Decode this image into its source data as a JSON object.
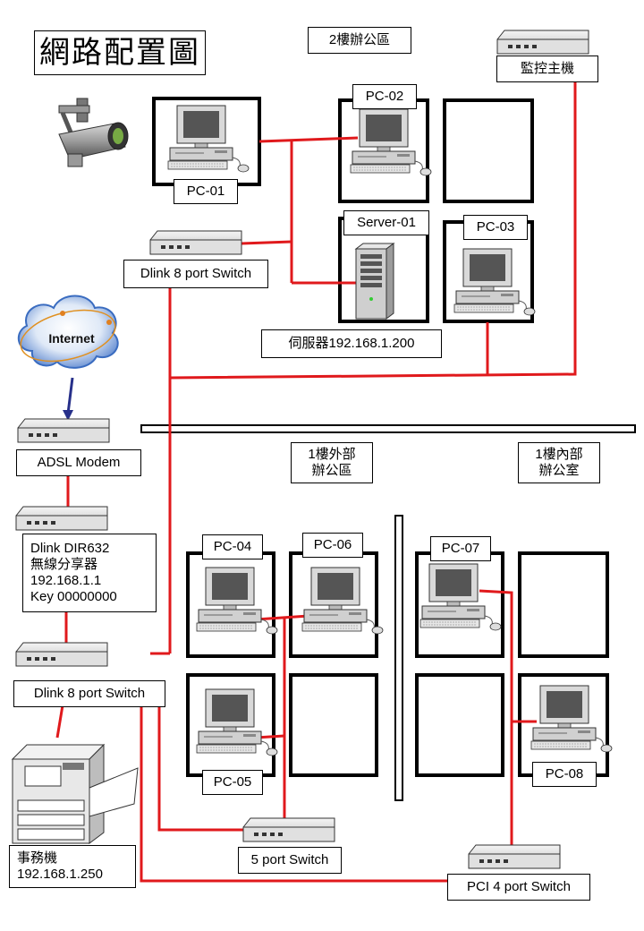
{
  "title": "網路配置圖",
  "floor2": {
    "area_label": "2樓辦公區"
  },
  "floor1": {
    "outer_label": [
      "1樓外部",
      "辦公區"
    ],
    "inner_label": [
      "1樓內部",
      "辦公室"
    ]
  },
  "devices": {
    "monitor_host": "監控主機",
    "pc01": "PC-01",
    "pc02": "PC-02",
    "pc03": "PC-03",
    "pc04": "PC-04",
    "pc05": "PC-05",
    "pc06": "PC-06",
    "pc07": "PC-07",
    "pc08": "PC-08",
    "server01": "Server-01",
    "server_ip": "伺服器192.168.1.200",
    "switch_top": "Dlink 8 port Switch",
    "internet": "Internet",
    "adsl_modem": "ADSL Modem",
    "router_lines": [
      "Dlink DIR632",
      "無線分享器",
      "192.168.1.1",
      "Key 00000000"
    ],
    "switch_main": "Dlink 8 port Switch",
    "switch_5port": "5 port Switch",
    "switch_pci": "PCI 4 port Switch",
    "printer_lines": [
      "事務機",
      "192.168.1.250"
    ]
  },
  "colors": {
    "cable": "#e0191c",
    "device_body": "#e8e8e8",
    "room_border": "#000000",
    "cloud": "#4a7fd0",
    "internet_arrow": "#27308a"
  }
}
